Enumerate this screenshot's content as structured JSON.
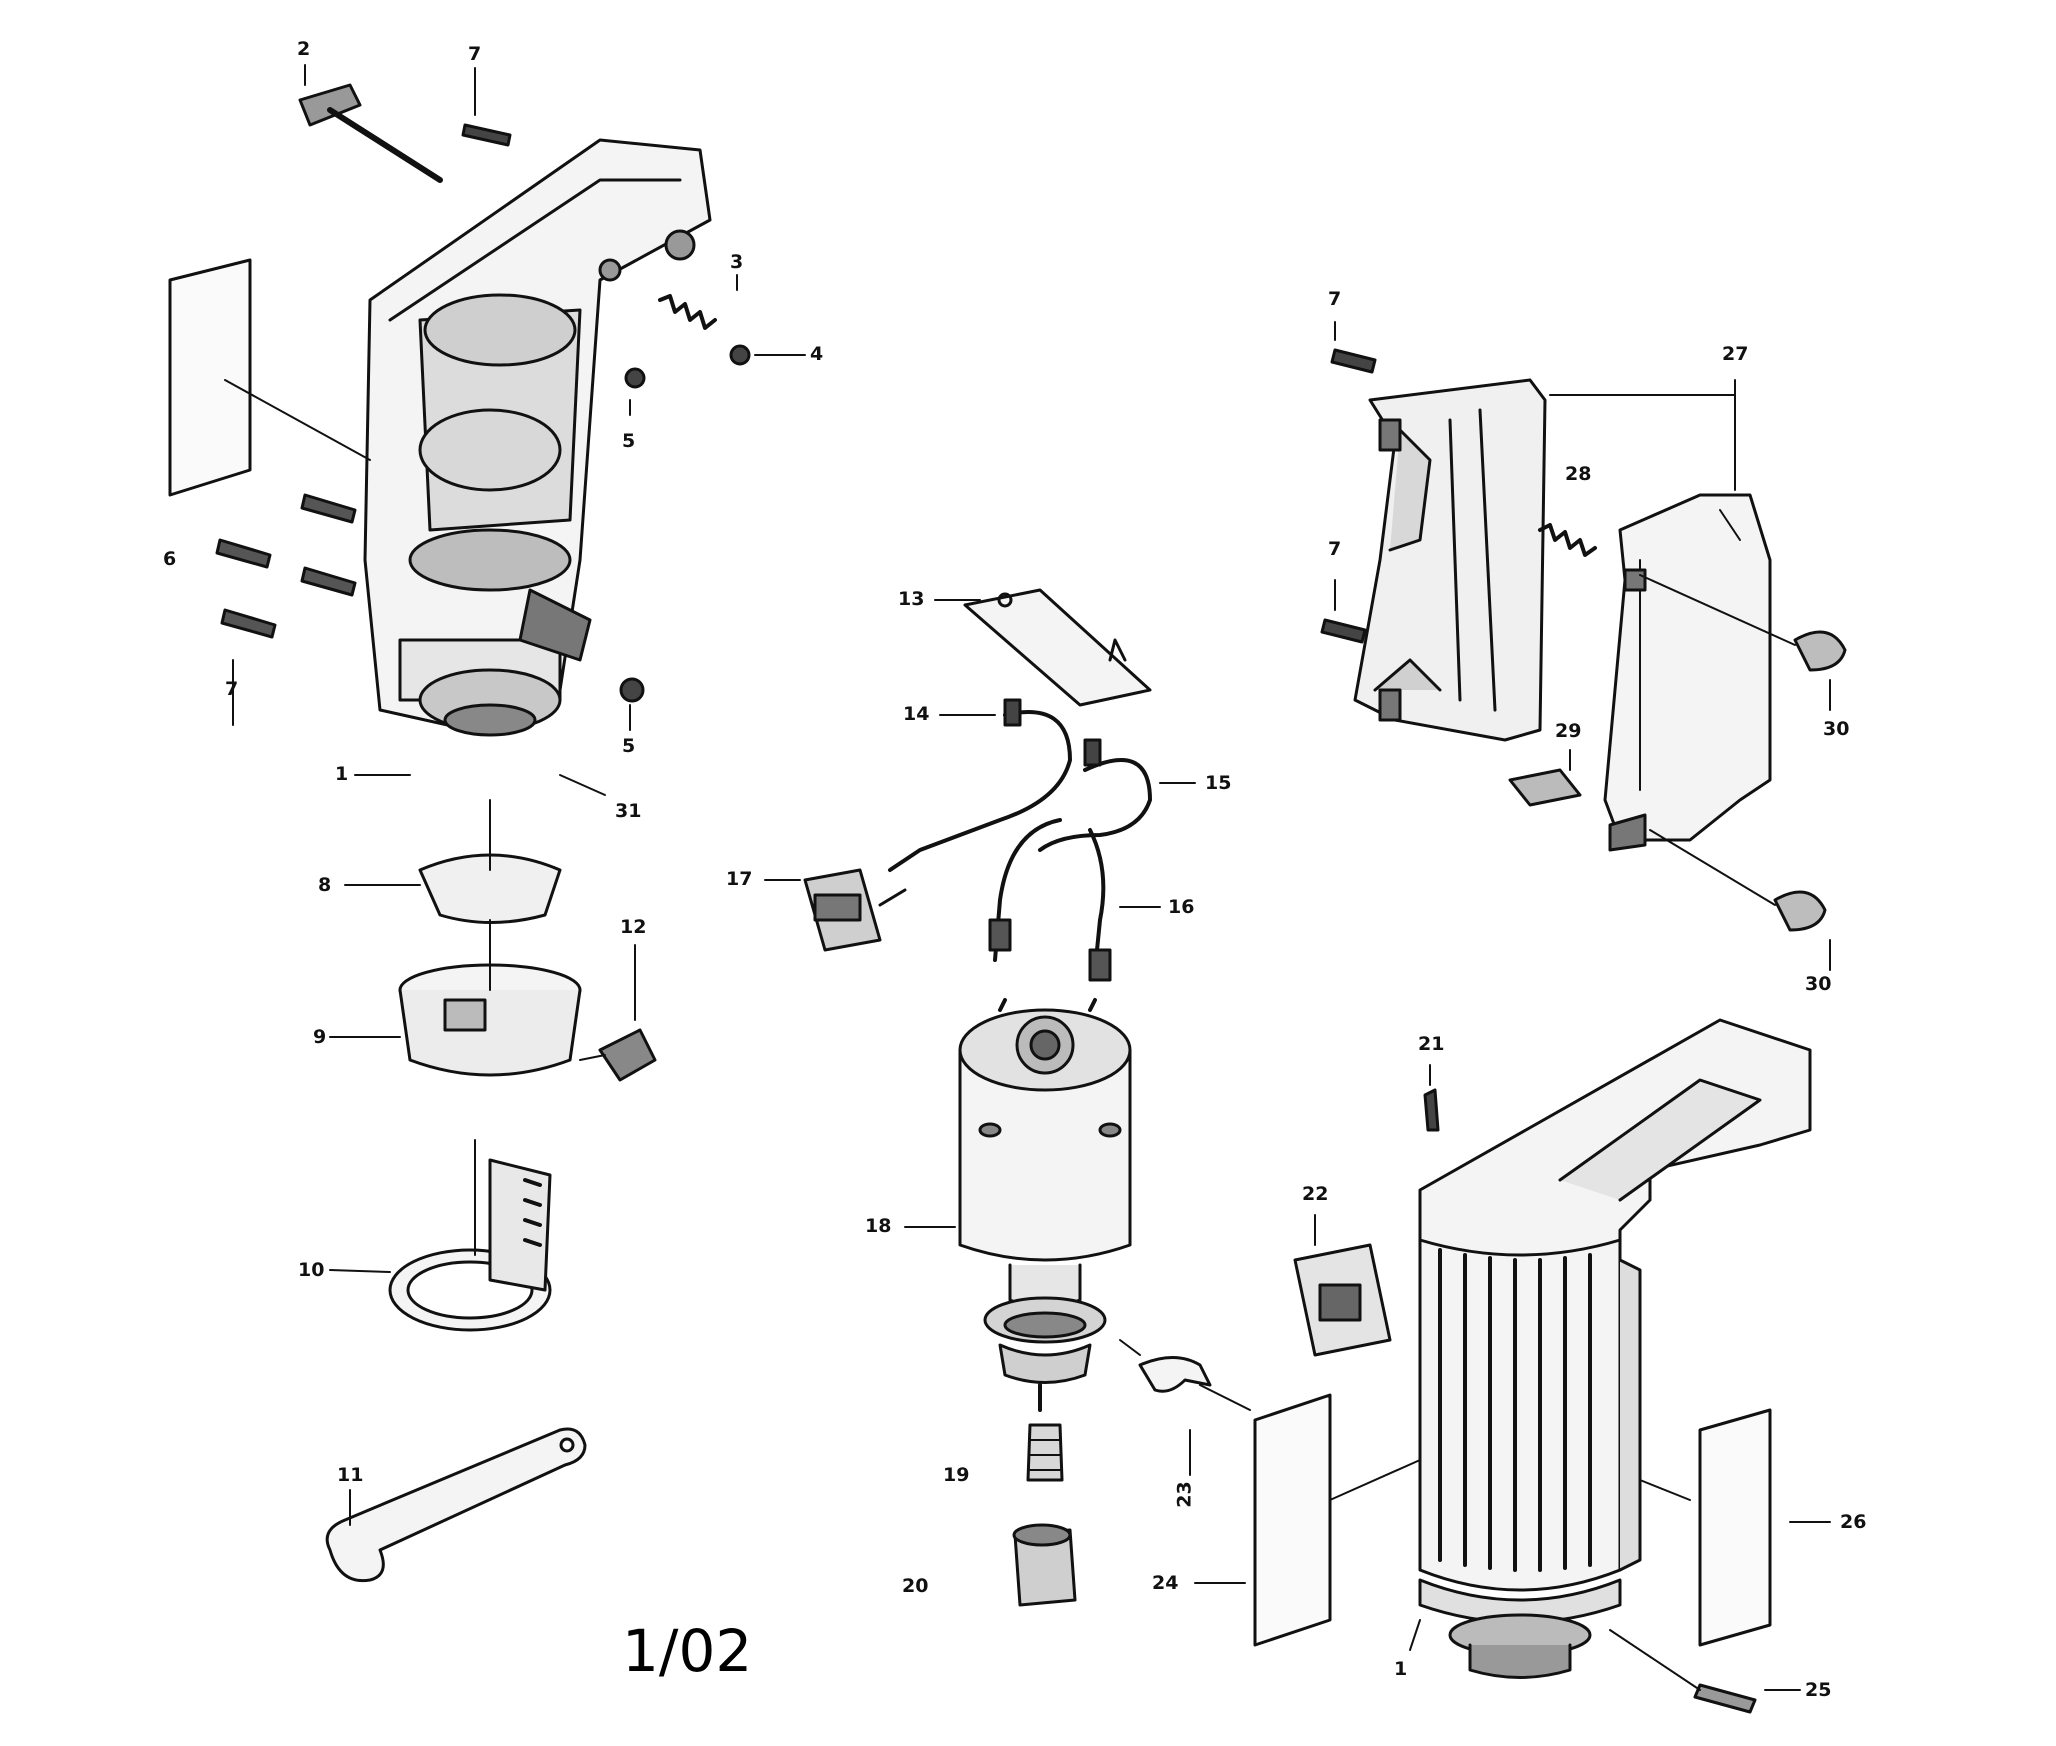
{
  "diagram": {
    "callouts": {
      "c2": "2",
      "c7a": "7",
      "c3": "3",
      "c4": "4",
      "c5a": "5",
      "c6": "6",
      "c7b": "7",
      "c5b": "5",
      "c1a": "1",
      "c31": "31",
      "c8": "8",
      "c12": "12",
      "c9": "9",
      "c10": "10",
      "c11": "11",
      "c13": "13",
      "c14": "14",
      "c15": "15",
      "c17": "17",
      "c16": "16",
      "c18": "18",
      "c19": "19",
      "c20": "20",
      "c23": "23",
      "c7c": "7",
      "c27": "27",
      "c28a": "28",
      "c7d": "7",
      "c30a": "30",
      "c29": "29",
      "c30b": "30",
      "c21": "21",
      "c22": "22",
      "c24": "24",
      "c26": "26",
      "c1b": "1",
      "c25": "25"
    },
    "page_label": "1/02"
  }
}
